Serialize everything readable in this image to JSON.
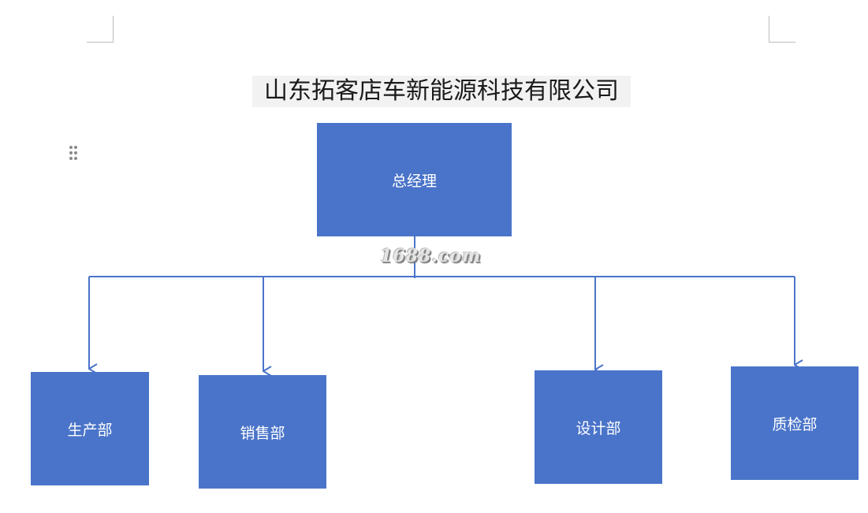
{
  "title": "山东拓客店车新能源科技有限公司",
  "watermark": "1688.com",
  "colors": {
    "box_fill": "#4a74c9",
    "connector": "#4a74c9",
    "title_background": "#f2f2f2"
  },
  "icons": {
    "drag_handle": "drag-handle-icon"
  },
  "org_chart": {
    "root": "总经理",
    "departments": [
      "生产部",
      "销售部",
      "设计部",
      "质检部"
    ]
  }
}
